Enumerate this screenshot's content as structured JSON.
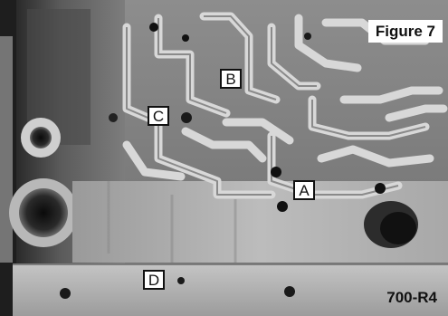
{
  "figure": {
    "title": "Figure 7",
    "model": "700-R4",
    "callouts": {
      "a": "A",
      "b": "B",
      "c": "C",
      "d": "D"
    }
  },
  "colors": {
    "casting_dark": "#3a3a3a",
    "casting_mid": "#8c8c8c",
    "casting_light": "#d9d9d9",
    "plate": "#b7b7b7"
  }
}
